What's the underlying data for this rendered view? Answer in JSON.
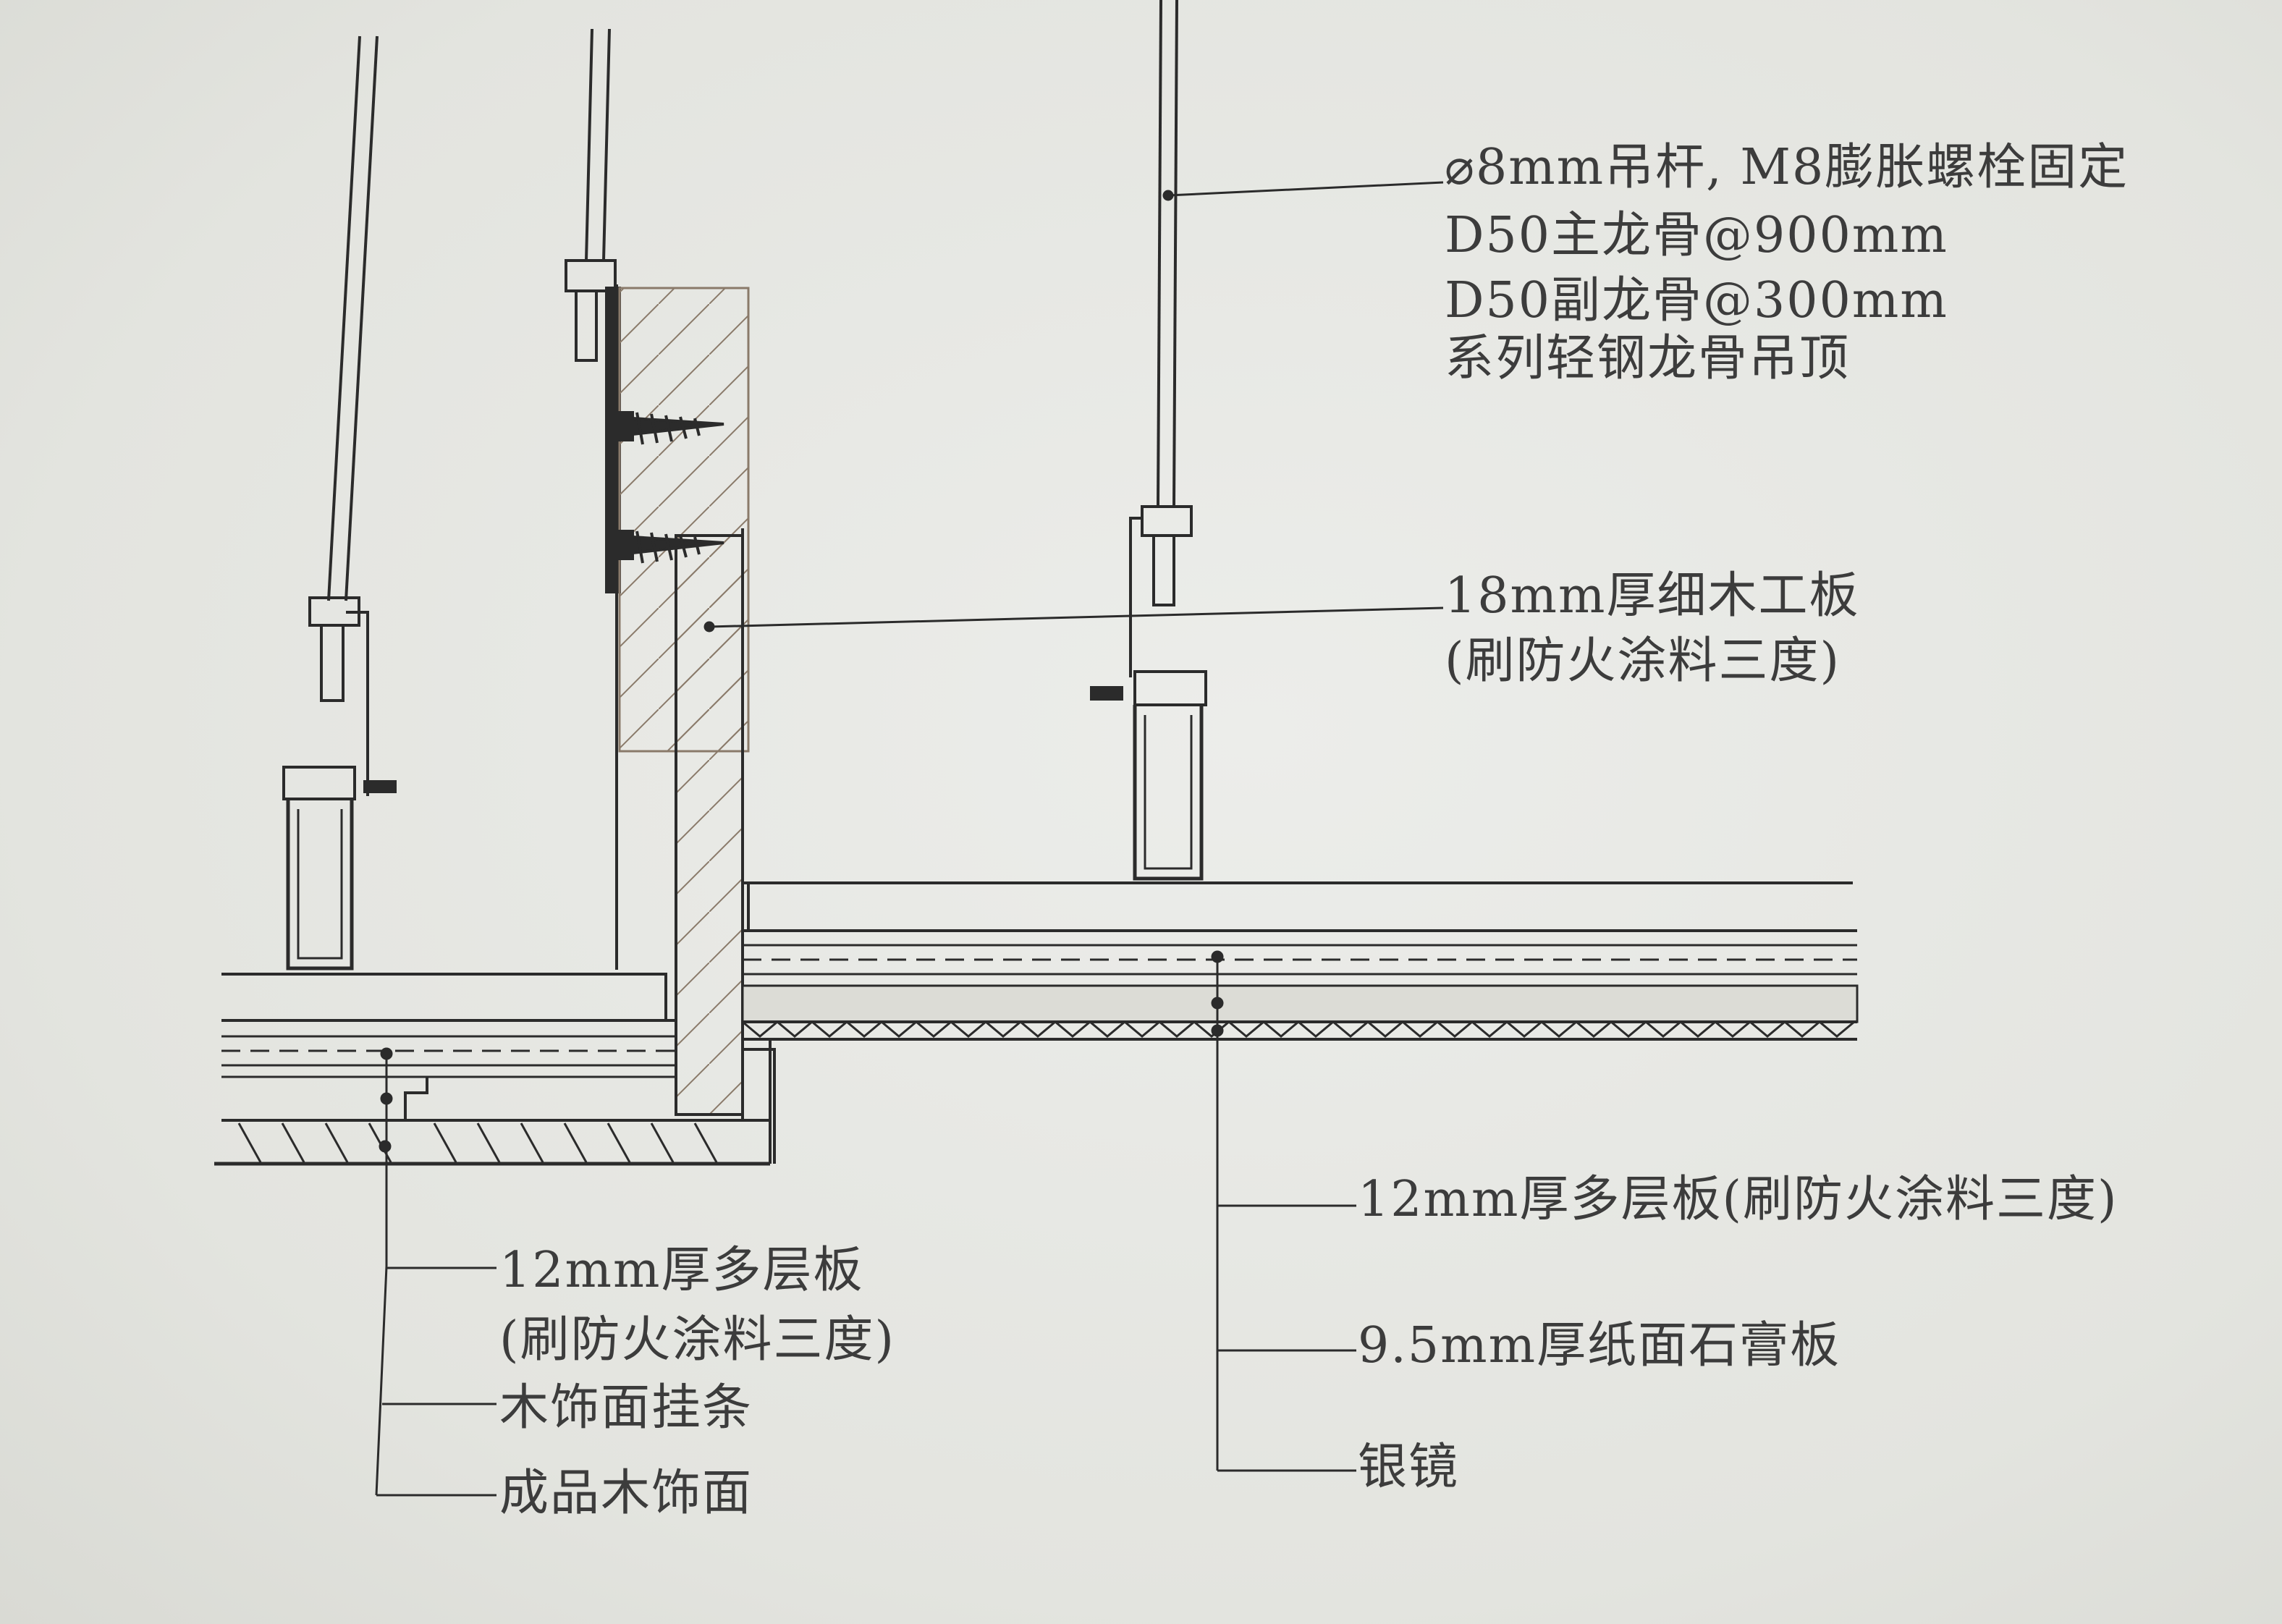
{
  "callouts": {
    "hanger_rod": "⌀8mm吊杆, M8膨胀螺栓固定",
    "main_keel": "D50主龙骨@900mm",
    "secondary_keel": "D50副龙骨@300mm",
    "ceiling_system": "系列轻钢龙骨吊顶",
    "blockboard": "18mm厚细木工板",
    "blockboard_note": "(刷防火涂料三度)",
    "plywood_right": "12mm厚多层板(刷防火涂料三度)",
    "gypsum": "9.5mm厚纸面石膏板",
    "mirror": "银镜",
    "plywood_left": "12mm厚多层板",
    "plywood_left_note": "(刷防火涂料三度)",
    "wood_strip": "木饰面挂条",
    "wood_veneer": "成品木饰面"
  },
  "colors": {
    "line": "#2b2b2b",
    "paper": "#e6e7e2",
    "text": "#3c3c3c"
  }
}
